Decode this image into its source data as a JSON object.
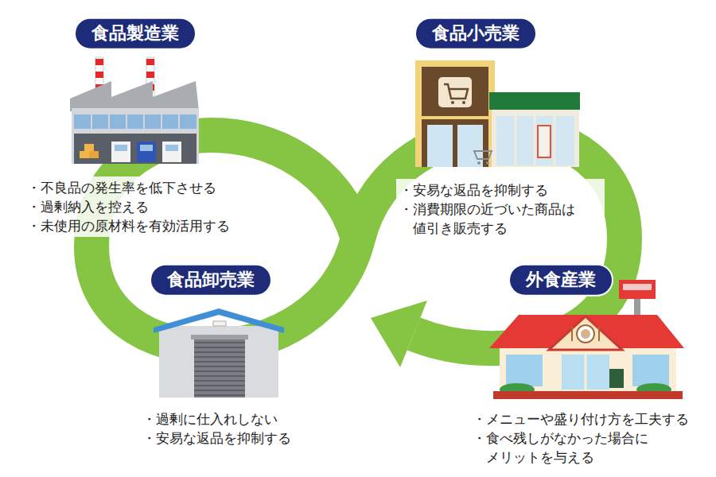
{
  "diagram": {
    "nodes": [
      {
        "text": [
          "食品製造業",
          "・不良品の発生率を低下させる",
          "・過剰納入を控える",
          "・未使用の原材料を有効活用する"
        ]
      },
      {
        "text": [
          "食品小売業",
          "・安易な返品を抑制する",
          "・消費期限の近づいた商品は 値引き販売する"
        ]
      },
      {
        "text": [
          "食品卸売業",
          "・過剰に仕入れしない",
          "・安易な返品を抑制する"
        ]
      },
      {
        "text": [
          "外食産業",
          "・メニューや盛り付け方を工夫する",
          "・食べ残しがなかった場合に メリットを与える"
        ]
      }
    ]
  }
}
